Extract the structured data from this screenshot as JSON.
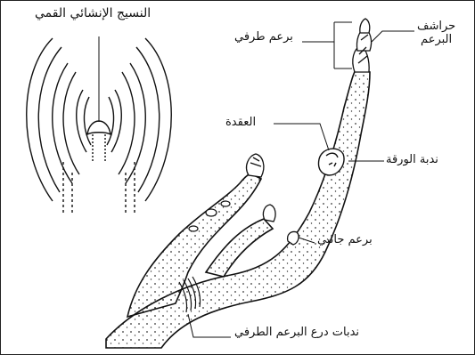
{
  "labels": {
    "apical_meristem": "النسيج الإنشائي القمي",
    "terminal_bud": "برعم طرفي",
    "bud_scales_line1": "حراشف",
    "bud_scales_line2": "البرعم",
    "node": "العقدة",
    "leaf_scar": "ندبة الورقة",
    "lateral_bud": "برعم جانبي",
    "terminal_bud_scale_scars": "ندبات درع البرعم الطرفي"
  }
}
